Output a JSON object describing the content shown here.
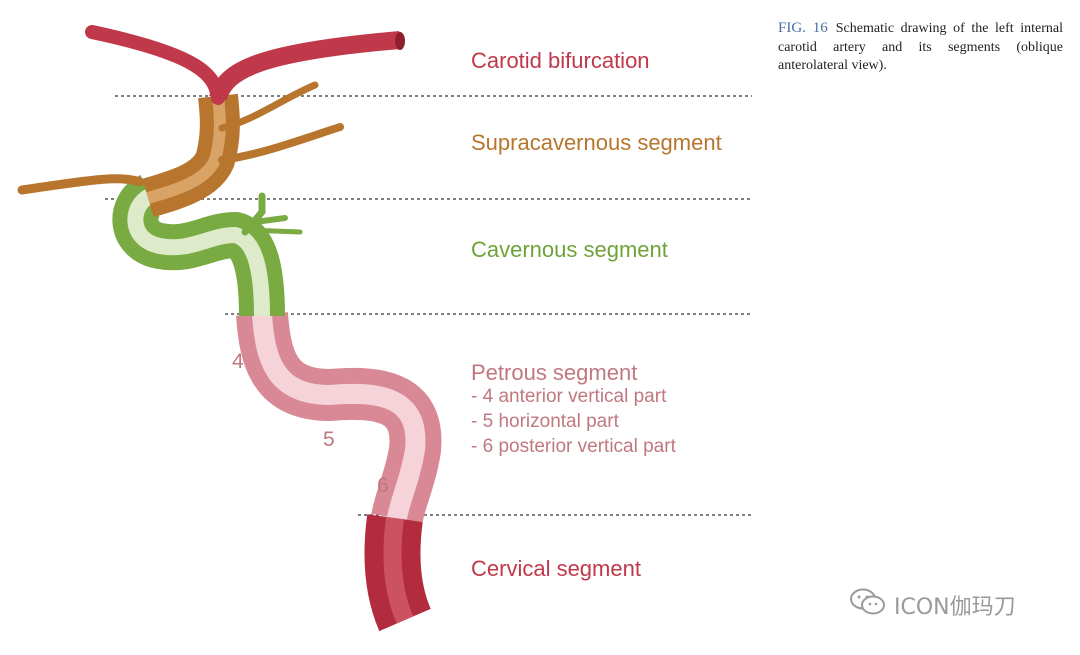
{
  "colors": {
    "carotid": "#c0394a",
    "supracavernous": "#b7752e",
    "cavernous": "#6fa33a",
    "petrous": "#c07880",
    "cervical": "#c0394a",
    "divider": "#555555"
  },
  "labels": {
    "carotid_bifurcation": "Carotid bifurcation",
    "supracavernous": "Supracavernous segment",
    "cavernous": "Cavernous segment",
    "petrous_title": "Petrous segment",
    "petrous_part_4": "- 4 anterior vertical part",
    "petrous_part_5": "- 5 horizontal part",
    "petrous_part_6": "- 6 posterior vertical part",
    "cervical": "Cervical segment"
  },
  "numbers": {
    "n4": "4",
    "n5": "5",
    "n6": "6"
  },
  "caption": {
    "fig_label": "FIG. 16",
    "text": "Schematic drawing of the left internal carotid artery and its segments (oblique anterolateral view)."
  },
  "watermark": {
    "icon": "wechat-icon",
    "text": "ICON伽玛刀"
  }
}
